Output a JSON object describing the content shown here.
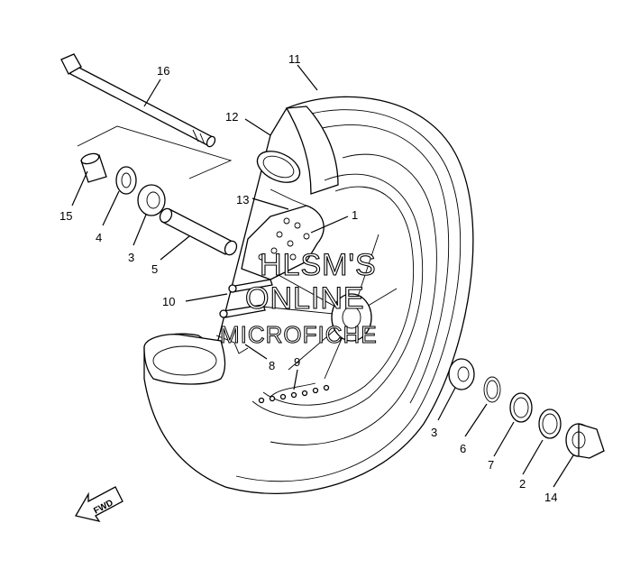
{
  "diagram": {
    "callouts": [
      {
        "id": "c16",
        "label": "16"
      },
      {
        "id": "c11",
        "label": "11"
      },
      {
        "id": "c12",
        "label": "12"
      },
      {
        "id": "c13",
        "label": "13"
      },
      {
        "id": "c1",
        "label": "1"
      },
      {
        "id": "c15",
        "label": "15"
      },
      {
        "id": "c4",
        "label": "4"
      },
      {
        "id": "c3a",
        "label": "3"
      },
      {
        "id": "c5",
        "label": "5"
      },
      {
        "id": "c10",
        "label": "10"
      },
      {
        "id": "c8",
        "label": "8"
      },
      {
        "id": "c9",
        "label": "9"
      },
      {
        "id": "c3b",
        "label": "3"
      },
      {
        "id": "c6",
        "label": "6"
      },
      {
        "id": "c7",
        "label": "7"
      },
      {
        "id": "c2",
        "label": "2"
      },
      {
        "id": "c14",
        "label": "14"
      }
    ],
    "watermark": {
      "line1": "HLSM'S",
      "line2": "ONLINE",
      "line3": "MICROFICHE"
    },
    "direction_arrow": {
      "label": "FWD"
    }
  }
}
